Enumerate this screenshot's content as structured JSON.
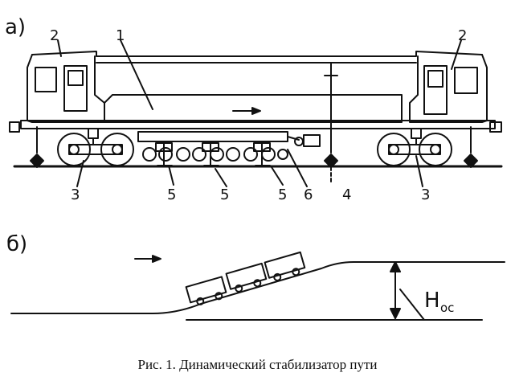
{
  "panel_a_label": "а)",
  "panel_b_label": "б)",
  "callouts": {
    "n1": "1",
    "n2_left": "2",
    "n2_right": "2",
    "n3_left": "3",
    "n3_right": "3",
    "n4": "4",
    "n5_a": "5",
    "n5_b": "5",
    "n5_c": "5",
    "n6": "6"
  },
  "height_label": "H",
  "height_subscript": "oc",
  "caption": "Рис. 1. Динамический стабилизатор пути"
}
